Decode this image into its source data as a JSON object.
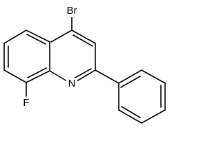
{
  "molecule": {
    "atom_labels": {
      "bromine": "Br",
      "nitrogen": "N",
      "fluorine": "F"
    }
  }
}
